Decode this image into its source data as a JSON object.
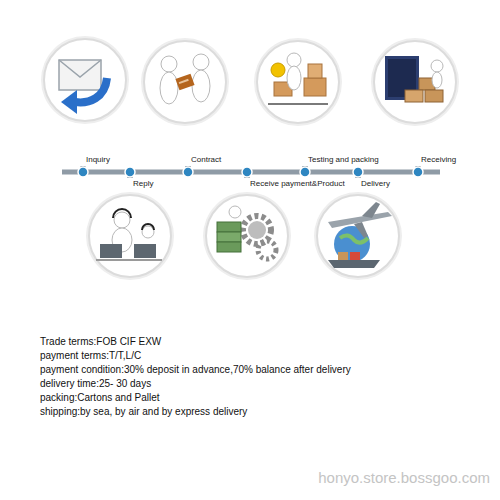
{
  "diagram": {
    "nodes": [
      {
        "text": [
          "Inquiry"
        ]
      },
      {
        "text": [
          "Reply"
        ]
      },
      {
        "text": [
          "Contract"
        ]
      },
      {
        "text": [
          "Receive payment&Product"
        ]
      },
      {
        "text": [
          "Testing and packing"
        ]
      },
      {
        "text": [
          "Delivery"
        ]
      },
      {
        "text": [
          "Receiving"
        ]
      }
    ],
    "edges": [
      {
        "from": 0,
        "to": 1,
        "arrow": "none"
      },
      {
        "from": 1,
        "to": 2,
        "arrow": "none"
      },
      {
        "from": 2,
        "to": 3,
        "arrow": "none"
      },
      {
        "from": 3,
        "to": 4,
        "arrow": "none"
      },
      {
        "from": 4,
        "to": 5,
        "arrow": "none"
      },
      {
        "from": 5,
        "to": 6,
        "arrow": "none"
      }
    ],
    "labels": [
      "Trade terms:FOB CIF EXW",
      "payment terms:T/T,L/C",
      "payment condition:30% deposit in advance,70% balance after delivery",
      "delivery time:25- 30 days",
      "packing:Cartons and Pallet",
      "shipping:by sea, by air and by express delivery",
      "honyo.store.bossgoo.com"
    ]
  }
}
